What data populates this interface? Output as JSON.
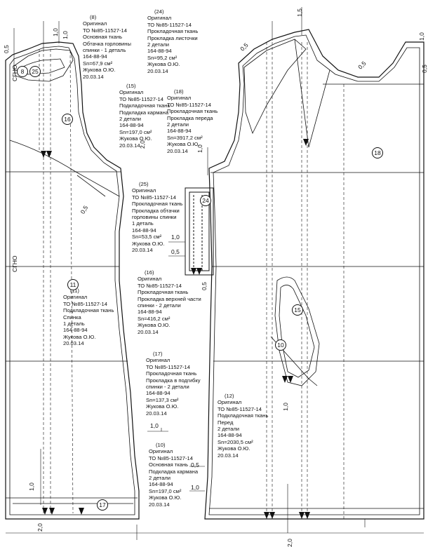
{
  "pieces": [
    {
      "id": "8",
      "lines": [
        "Оригинал",
        "ТО №85-11527-14",
        "Основная ткань",
        "Обтачка горловины",
        "спинки - 1 деталь",
        "164-88-94",
        "Sn=67,9 см²",
        "Жукова О.Ю.",
        "20.03.14"
      ]
    },
    {
      "id": "24",
      "lines": [
        "Оригинал",
        "ТО №85-11527-14",
        "Прокладочная ткань",
        "Прокладка листочки",
        "2 детали",
        "164-88-94",
        "Sn=95,2 см²",
        "Жукова О.Ю.",
        "20.03.14"
      ]
    },
    {
      "id": "15",
      "lines": [
        "Оригинал",
        "ТО №85-11527-14",
        "Подкладочная ткань",
        "Подкладка кармана",
        "2 детали",
        "164-88-94",
        "Sn=197,0 см²",
        "Жукова О.Ю.",
        "20.03.14"
      ]
    },
    {
      "id": "18",
      "lines": [
        "Оригинал",
        "ТО №85-11527-14",
        "Прокладочная ткань",
        "Прокладка переда",
        "2 детали",
        "164-88-94",
        "Sn=3917,2 см²",
        "Жукова О.Ю.",
        "20.03.14"
      ]
    },
    {
      "id": "25",
      "lines": [
        "Оригинал",
        "ТО №85-11527-14",
        "Прокладочная ткань",
        "Прокладка обтачки",
        "горловины спинки",
        "1 деталь",
        "164-88-94",
        "Sn=53,5 см²",
        "Жукова О.Ю.",
        "20.03.14"
      ]
    },
    {
      "id": "16",
      "lines": [
        "Оригинал",
        "ТО №85-11527-14",
        "Прокладочная ткань",
        "Прокладка верхней части",
        "спинки - 2 детали",
        "164-88-94",
        "Sn=416,2 см²",
        "Жукова О.Ю.",
        "20.03.14"
      ]
    },
    {
      "id": "11",
      "lines": [
        "Оригинал",
        "ТО №85-11527-14",
        "Подкладочная ткань",
        "Спинка",
        "1 деталь",
        "164-88-94",
        "Жукова О.Ю.",
        "20.03.14"
      ]
    },
    {
      "id": "17",
      "lines": [
        "Оригинал",
        "ТО №85-11527-14",
        "Прокладочная ткань",
        "Прокладка в подгибку",
        "спинки - 2 детали",
        "164-88-94",
        "Sn=137,3 см²",
        "Жукова О.Ю.",
        "20.03.14"
      ]
    },
    {
      "id": "12",
      "lines": [
        "Оригинал",
        "ТО №85-11527-14",
        "Подкладочная ткань",
        "Перед",
        "2 детали",
        "164-88-94",
        "Sn=2030,5 см²",
        "Жукова О.Ю.",
        "20.03.14"
      ]
    },
    {
      "id": "10",
      "lines": [
        "Оригинал",
        "ТО №85-11527-14",
        "Основная ткань",
        "Подкладка кармана",
        "2 детали",
        "164-88-94",
        "Sn=197,0 см²",
        "Жукова О.Ю.",
        "20.03.14"
      ]
    }
  ],
  "badges": {
    "b8": "8",
    "b25s": "25",
    "b16": "16",
    "b11": "11",
    "b17": "17",
    "b24": "24",
    "b18": "18",
    "b15": "15",
    "b10": "10"
  },
  "dims": {
    "d05a": "0,5",
    "d10a": "1,0",
    "d10b": "1,0",
    "d15": "1,5",
    "d05b": "0,5",
    "d10c": "1,0",
    "d05c": "0,5",
    "d05d": "0,5",
    "d20a": "2,0",
    "d10d": "1,0",
    "d10e": "1,0",
    "d05e": "0,5",
    "d05f": "0,5",
    "d10f": "1,0",
    "d05g": "0,5",
    "d10g": "1,0",
    "d20b": "2,0",
    "d20c": "2,0",
    "d10h": "1,0",
    "d05h": "0,5",
    "d10i": "1,0"
  },
  "side_labels": {
    "top": "СГНО",
    "mid": "СГНО"
  }
}
